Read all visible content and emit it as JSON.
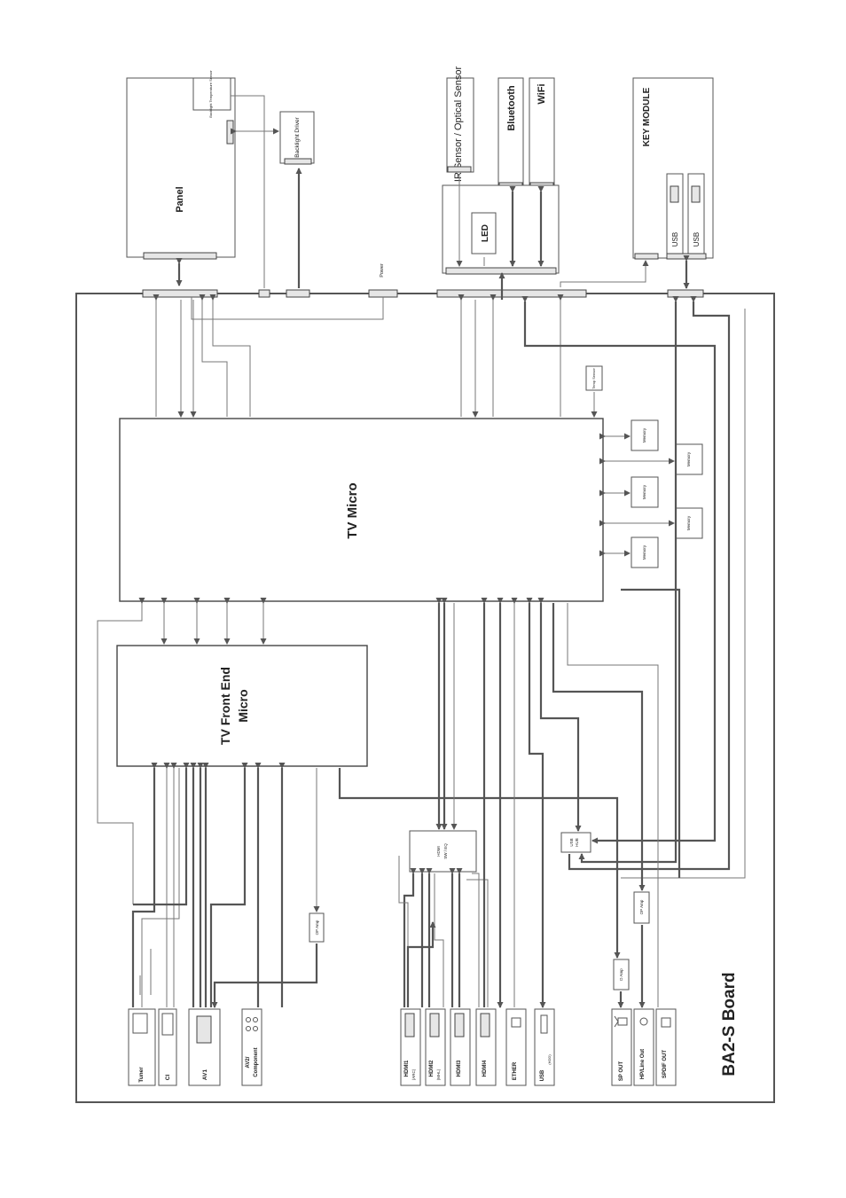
{
  "board": {
    "title": "BA2-S Board"
  },
  "top_modules": {
    "panel": "Panel",
    "backlight_temp_sensor": "Backlight Temperature Sensor",
    "backlight_driver": "Backlight Driver",
    "power": "Power",
    "ir_sensor": "IR Sensor / Optical Sensor",
    "bluetooth": "Bluetooth",
    "wifi": "WiFi",
    "led": "LED",
    "key_module": "KEY MODULE",
    "usb_a": "USB",
    "usb_b": "USB"
  },
  "chips": {
    "tv_micro": "TV Micro",
    "tv_front_end_line1": "TV Front End",
    "tv_front_end_line2": "Micro",
    "temp_sensor": "Temp Sensor",
    "memory": [
      "Memory",
      "Memory",
      "Memory",
      "Memory",
      "Memory"
    ],
    "hdmi_sw_line1": "HDMI",
    "hdmi_sw_line2": "SW / EQ",
    "usb_hub_line1": "USB",
    "usb_hub_line2": "HUB",
    "op_amp_left": "OP Amp",
    "op_amp_right": "OP Amp",
    "d_amp": "D Amp"
  },
  "connectors": {
    "tuner": "Tuner",
    "ci": "CI",
    "av1": "AV1",
    "av2_line1": "AV2/",
    "av2_line2": "Component",
    "hdmi1": "HDMI1",
    "hdmi1_note": "(ARC)",
    "hdmi2": "HDMI2",
    "hdmi2_note": "(MHL)",
    "hdmi3": "HDMI3",
    "hdmi4": "HDMI4",
    "ether": "ETHER",
    "usb": "USB",
    "usb_note": "(HDD)",
    "sp_out": "SP OUT",
    "hp_line_out": "HP/Line Out",
    "spdif_out": "SPDIF OUT"
  }
}
